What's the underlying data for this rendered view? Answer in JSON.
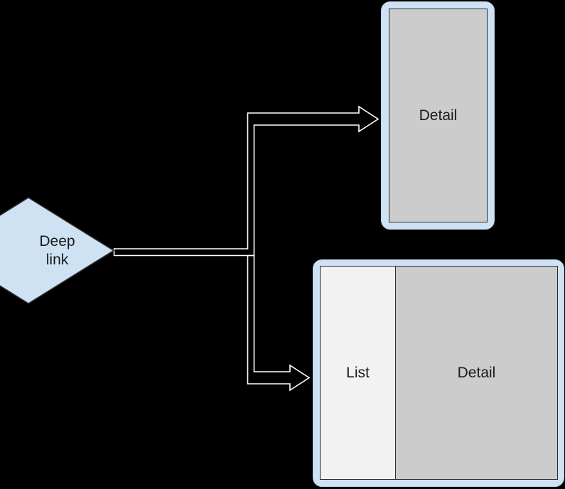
{
  "diagram": {
    "background_color": "#000000",
    "edge_color": "#ffffff",
    "node_fill": "#cfe2f3",
    "screen_detail_fill": "#cccccc",
    "screen_list_fill": "#f2f2f2",
    "text_color": "#1a1a1a"
  },
  "nodes": {
    "deep_link": {
      "label_line1": "Deep",
      "label_line2": "link",
      "shape": "diamond"
    },
    "phone": {
      "detail_label": "Detail"
    },
    "tablet": {
      "list_label": "List",
      "detail_label": "Detail"
    }
  },
  "edges": [
    {
      "from": "deep-link",
      "to": "phone",
      "arrow": "open-arrow-right"
    },
    {
      "from": "deep-link",
      "to": "tablet",
      "arrow": "open-arrow-right"
    }
  ]
}
